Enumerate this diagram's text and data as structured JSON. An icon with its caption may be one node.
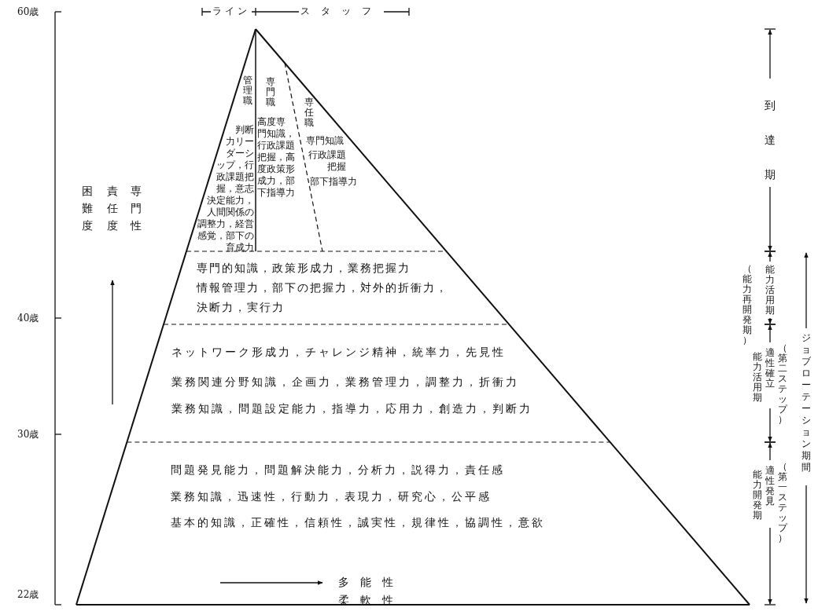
{
  "diagram": {
    "nodes": [
      {
        "text": [
          "管理職",
          "判断力リーダーシップ，行政課題把握，意志決定能力，人間関係の調整力，経営感覚，部下の育成力"
        ]
      },
      {
        "text": [
          "専門職",
          "高度専門知識，行政課題把握，高度政策形成力，部下指導力"
        ]
      },
      {
        "text": [
          "専任職",
          "専門知識",
          "行政課題把握",
          "部下指導力"
        ]
      },
      {
        "text": [
          "専門的知識，政策形成力，業務把握力",
          "情報管理力，部下の把握力，対外的折衝力，",
          "決断力，実行力"
        ]
      },
      {
        "text": [
          "ネットワーク形成力，チャレンジ精神，統率力，先見性",
          "業務関連分野知識，企画力，業務管理力，調整力，折衝力",
          "業務知識，問題設定能力，指導力，応用力，創造力，判断力"
        ]
      },
      {
        "text": [
          "問題発見能力，問題解決能力，分析力，説得力，責任感",
          "業務知識，迅速性，行動力，表現力，研究心，公平感",
          "基本的知識，正確性，信頼性，誠実性，規律性，協調性，意欲"
        ]
      }
    ],
    "labels": [
      "ライン",
      "スタッフ",
      "60歳",
      "専門性",
      "責任度",
      "困難度",
      "40歳",
      "30歳",
      "22歳",
      "多能性",
      "柔軟性",
      "到達期",
      "能力活用期",
      "（能力再開発期）",
      "（第二ステップ）",
      "適性確立",
      "能力活用期",
      "ジョブローテーション期間",
      "（第一ステップ）",
      "適性発見",
      "能力開発期"
    ]
  }
}
